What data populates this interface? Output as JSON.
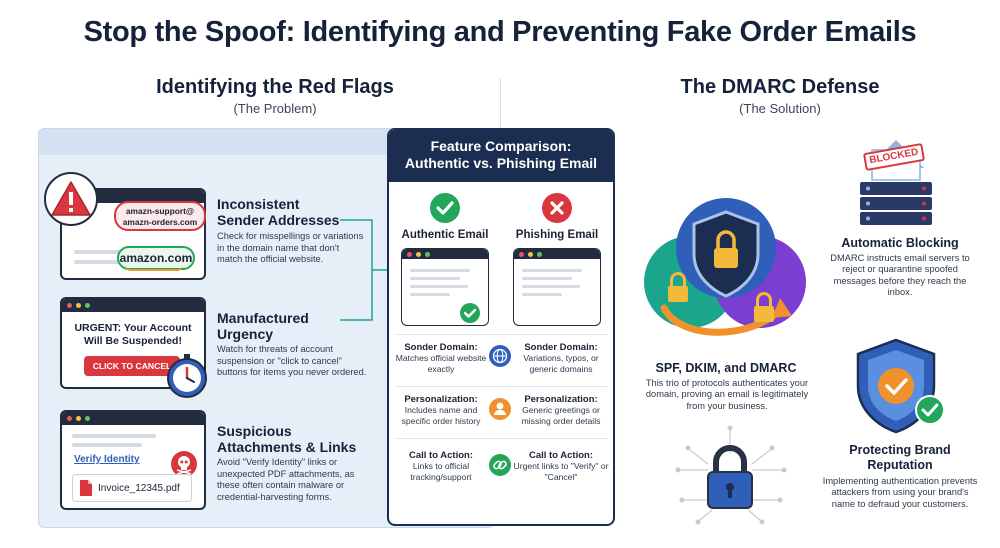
{
  "title": "Stop the Spoof: Identifying and Preventing Fake Order Emails",
  "left": {
    "heading": "Identifying the Red Flags",
    "subheading": "(The Problem)",
    "flags": [
      {
        "title": "Inconsistent Sender Addresses",
        "title_line1": "Inconsistent",
        "title_line2": "Sender Addresses",
        "body": "Check for misspellings or variations in the domain name that don't match the official website."
      },
      {
        "title": "Manufactured Urgency",
        "title_line1": "Manufactured",
        "title_line2": "Urgency",
        "body": "Watch for threats of account suspension or \"click to cancel\" buttons for items you never ordered."
      },
      {
        "title": "Suspicious Attachments & Links",
        "title_line1": "Suspicious",
        "title_line2": "Attachments & Links",
        "body": "Avoid \"Verify Identity\" links or unexpected PDF attachments, as these often contain malware or credential-harvesting forms."
      }
    ],
    "illustrations": {
      "fake_address_line1": "amazn-support@",
      "fake_address_line2": "amazn-orders.com",
      "real_brand": "amazon.com",
      "urgent_line1": "URGENT: Your Account",
      "urgent_line2": "Will Be Suspended!",
      "cancel_button": "CLICK TO CANCEL",
      "verify_link": "Verify Identity",
      "attachment_name": "Invoice_12345.pdf"
    }
  },
  "comparison": {
    "heading_line1": "Feature Comparison:",
    "heading_line2": "Authentic vs. Phishing Email",
    "authentic_label": "Authentic Email",
    "phishing_label": "Phishing Email",
    "rows": [
      {
        "auth_title": "Sonder Domain:",
        "auth_body": "Matches official website exactly",
        "icon": "globe-icon",
        "phish_title": "Sonder Domain:",
        "phish_body": "Variations, typos, or generic domains"
      },
      {
        "auth_title": "Personalization:",
        "auth_body": "Includes name and specific order history",
        "icon": "person-icon",
        "phish_title": "Personalization:",
        "phish_body": "Generic greetings or missing order details"
      },
      {
        "auth_title": "Call to Action:",
        "auth_body": "Links to official tracking/support",
        "icon": "link-icon",
        "phish_title": "Call to Action:",
        "phish_body": "Urgent links to \"Verify\" or \"Cancel\""
      }
    ]
  },
  "right": {
    "heading": "The DMARC Defense",
    "subheading": "(The Solution)",
    "blocked_stamp": "BLOCKED",
    "center_title": "SPF, DKIM, and DMARC",
    "center_body": "This trio of protocols authenticates your domain, proving an email is legitimately from your business.",
    "blocking_title": "Automatic Blocking",
    "blocking_body": "DMARC instructs email servers to reject or quarantine spoofed messages before they reach the inbox.",
    "brand_title_line1": "Protecting Brand",
    "brand_title_line2": "Reputation",
    "brand_body": "Implementing authentication prevents attackers from using your brand's name to defraud your customers."
  },
  "colors": {
    "navy": "#1c2d52",
    "red": "#d9363e",
    "green": "#23a55a",
    "blue_panel": "#e6eef8",
    "teal": "#1aa58c",
    "purple": "#7a3fd0",
    "orange": "#f0922c"
  }
}
